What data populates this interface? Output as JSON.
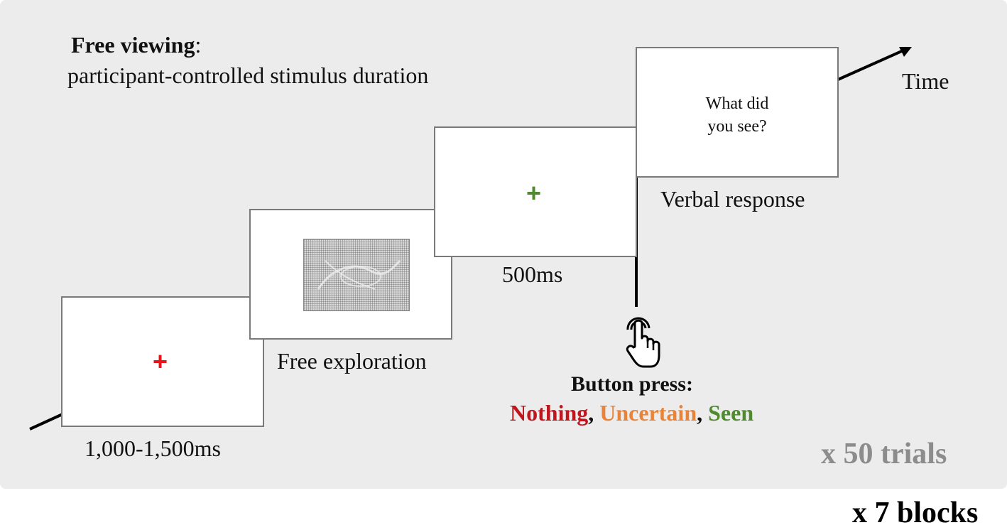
{
  "header": {
    "title_bold": "Free viewing",
    "title_colon": ":",
    "subtitle": "participant-controlled stimulus duration"
  },
  "frames": {
    "fixation": {
      "symbol": "+",
      "color": "#e8141c",
      "caption": "1,000-1,500ms"
    },
    "exploration": {
      "caption": "Free exploration"
    },
    "post_fixation": {
      "symbol": "+",
      "color": "#4f8a2e",
      "caption": "500ms"
    },
    "question": {
      "line1": "What did",
      "line2": "you see?",
      "caption": "Verbal response"
    }
  },
  "time_label": "Time",
  "button_press": {
    "title": "Button press:",
    "options": [
      {
        "label": "Nothing",
        "color": "#c0171f"
      },
      {
        "label": "Uncertain",
        "color": "#e8843a"
      },
      {
        "label": "Seen",
        "color": "#4f8a2e"
      }
    ],
    "separator": ","
  },
  "repeats": {
    "trials": "x 50 trials",
    "blocks": "x 7 blocks"
  },
  "icons": {
    "hand": "pointing-hand-icon",
    "arrow": "time-arrow-icon"
  }
}
